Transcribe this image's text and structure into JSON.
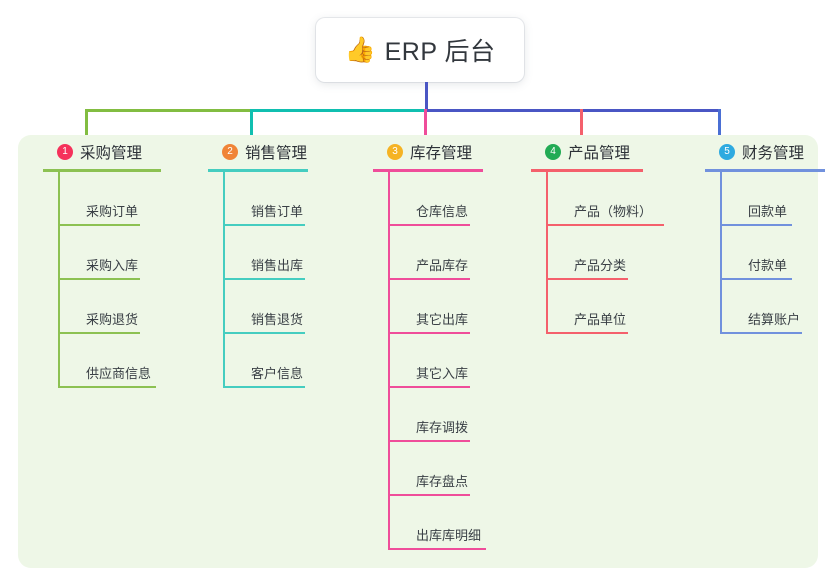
{
  "root": {
    "emoji": "👍",
    "emoji_name": "thumbs-up-icon",
    "title": "ERP 后台",
    "connector_color": "#4a56c4"
  },
  "panel": {
    "background": "#eef7e7"
  },
  "columns": [
    {
      "index": "1",
      "title": "采购管理",
      "badge_color": "#f5325b",
      "accent": "#8cc152",
      "rule_width": 100,
      "head_rule_width": 118,
      "items": [
        {
          "label": "采购订单",
          "rule_width": 82
        },
        {
          "label": "采购入库",
          "rule_width": 82
        },
        {
          "label": "采购退货",
          "rule_width": 82
        },
        {
          "label": "供应商信息",
          "rule_width": 98
        }
      ]
    },
    {
      "index": "2",
      "title": "销售管理",
      "badge_color": "#f08437",
      "accent": "#45cdc0",
      "head_rule_width": 100,
      "items": [
        {
          "label": "销售订单",
          "rule_width": 82
        },
        {
          "label": "销售出库",
          "rule_width": 82
        },
        {
          "label": "销售退货",
          "rule_width": 82
        },
        {
          "label": "客户信息",
          "rule_width": 82
        }
      ]
    },
    {
      "index": "3",
      "title": "库存管理",
      "badge_color": "#f5b324",
      "accent": "#ef4d9a",
      "head_rule_width": 110,
      "items": [
        {
          "label": "仓库信息",
          "rule_width": 82
        },
        {
          "label": "产品库存",
          "rule_width": 82
        },
        {
          "label": "其它出库",
          "rule_width": 82
        },
        {
          "label": "其它入库",
          "rule_width": 82
        },
        {
          "label": "库存调拨",
          "rule_width": 82
        },
        {
          "label": "库存盘点",
          "rule_width": 82
        },
        {
          "label": "出库库明细",
          "rule_width": 98
        }
      ]
    },
    {
      "index": "4",
      "title": "产品管理",
      "badge_color": "#22ab55",
      "accent": "#f4606c",
      "head_rule_width": 112,
      "items": [
        {
          "label": "产品（物料）",
          "rule_width": 118
        },
        {
          "label": "产品分类",
          "rule_width": 82
        },
        {
          "label": "产品单位",
          "rule_width": 82
        }
      ]
    },
    {
      "index": "5",
      "title": "财务管理",
      "badge_color": "#2eaae0",
      "accent": "#7191dd",
      "head_rule_width": 120,
      "items": [
        {
          "label": "回款单",
          "rule_width": 72
        },
        {
          "label": "付款单",
          "rule_width": 72
        },
        {
          "label": "结算账户",
          "rule_width": 82
        }
      ]
    }
  ],
  "bus": {
    "segment_green": "#82bd41",
    "segment_teal": "#10bfb0",
    "segment_blue": "#4a56c4"
  }
}
